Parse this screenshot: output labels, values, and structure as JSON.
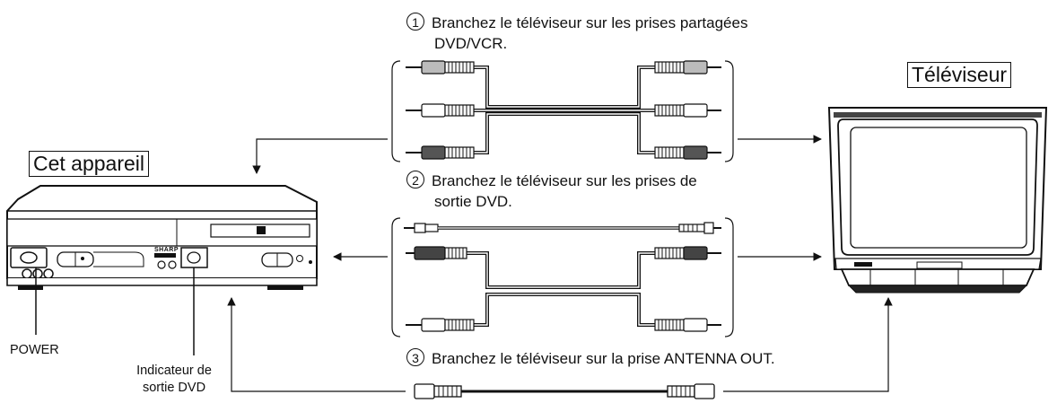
{
  "labels": {
    "tv": "Téléviseur",
    "device": "Cet appareil",
    "power": "POWER",
    "dvd_indicator_line1": "Indicateur de",
    "dvd_indicator_line2": "sortie DVD"
  },
  "steps": [
    {
      "num": "1",
      "line1": "Branchez le téléviseur sur les prises partagées",
      "line2": "DVD/VCR."
    },
    {
      "num": "2",
      "line1": "Branchez le téléviseur sur les prises de",
      "line2": "sortie DVD."
    },
    {
      "num": "3",
      "line1": "Branchez le téléviseur sur la prise ANTENNA OUT.",
      "line2": ""
    }
  ],
  "device_panel": {
    "brand": "SHARP"
  }
}
